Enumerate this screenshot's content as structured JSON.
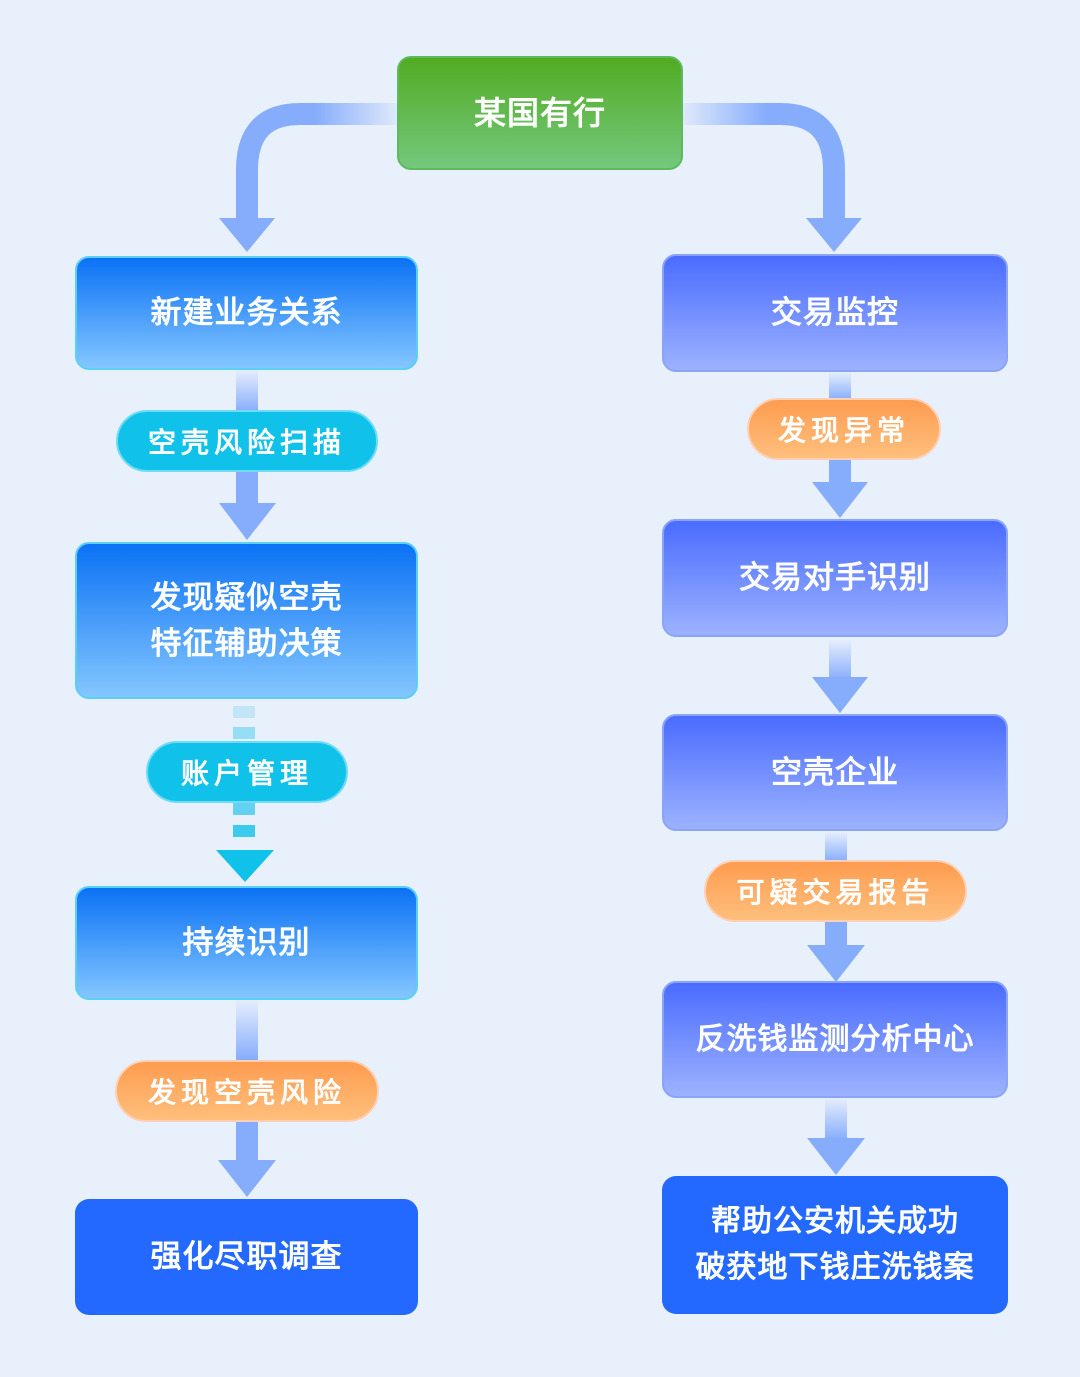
{
  "title": "某国有行",
  "colors": {
    "background": "#e8f0fb",
    "root": "#52ab22",
    "left_node": "#0b72f5",
    "right_node": "#4a6cff",
    "final_node": "#2369ff",
    "cyan_label": "#10c2ea",
    "orange_label": "#fd9c50",
    "arrow": "#86adfc"
  },
  "left_branch": {
    "nodes": [
      {
        "label": "新建业务关系"
      },
      {
        "label": "发现疑似空壳\n特征辅助决策"
      },
      {
        "label": "持续识别"
      },
      {
        "label": "强化尽职调查"
      }
    ],
    "edge_labels": [
      {
        "label": "空壳风险扫描"
      },
      {
        "label": "账户管理"
      },
      {
        "label": "发现空壳风险"
      }
    ]
  },
  "right_branch": {
    "nodes": [
      {
        "label": "交易监控"
      },
      {
        "label": "交易对手识别"
      },
      {
        "label": "空壳企业"
      },
      {
        "label": "反洗钱监测分析中心"
      },
      {
        "label": "帮助公安机关成功\n破获地下钱庄洗钱案"
      }
    ],
    "edge_labels": [
      {
        "label": "发现异常"
      },
      {
        "label": "可疑交易报告"
      }
    ]
  }
}
